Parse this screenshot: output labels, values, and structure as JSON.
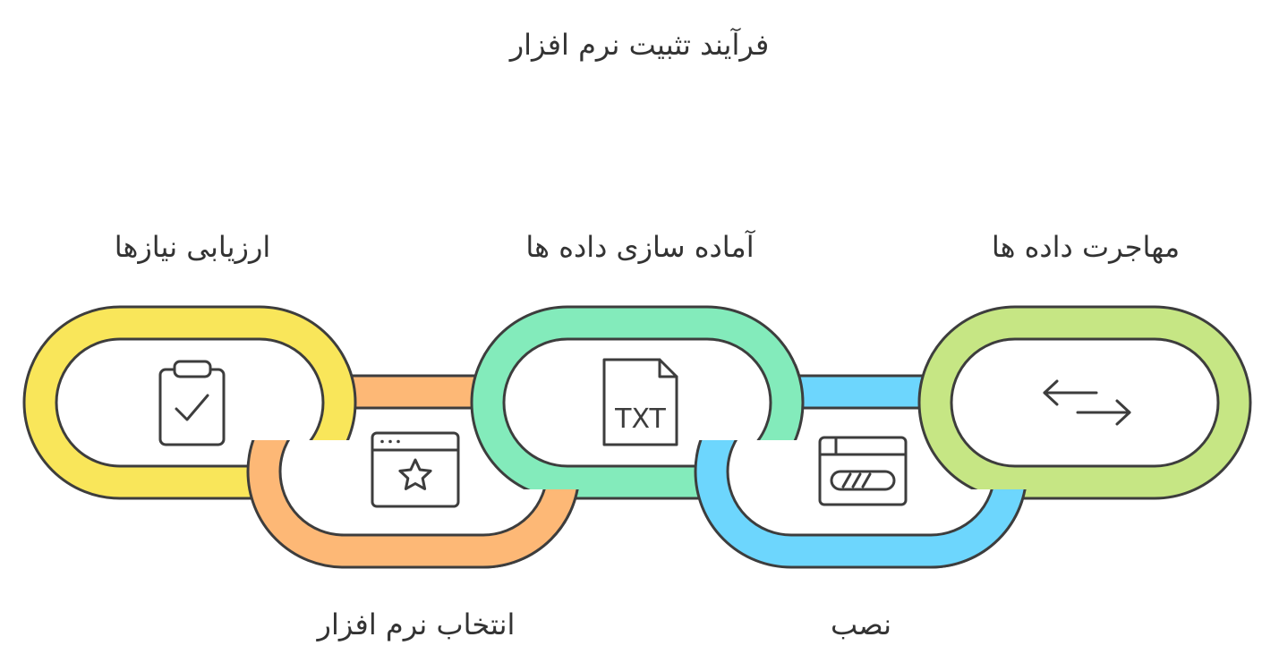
{
  "title": "فرآیند تثبیت نرم افزار",
  "steps": [
    {
      "label": "ارزیابی نیازها",
      "color": "#f9e65a",
      "icon": "clipboard-check-icon"
    },
    {
      "label": "انتخاب نرم افزار",
      "color": "#fdb876",
      "icon": "browser-star-icon"
    },
    {
      "label": "آماده سازی داده ها",
      "color": "#83ebbb",
      "icon": "txt-file-icon"
    },
    {
      "label": "نصب",
      "color": "#6dd6fd",
      "icon": "installer-progress-icon"
    },
    {
      "label": "مهاجرت داده ها",
      "color": "#c6e684",
      "icon": "bidirectional-arrows-icon"
    }
  ],
  "icon_text": {
    "txt": "TXT"
  },
  "stroke_color": "#3d3d3d"
}
